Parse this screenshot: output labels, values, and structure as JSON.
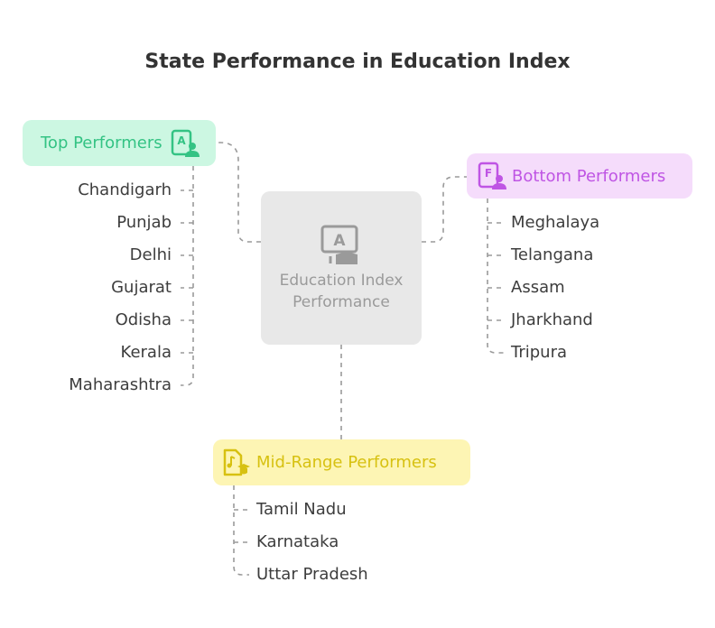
{
  "title": "State Performance in Education Index",
  "center": {
    "label": "Education Index Performance",
    "icon": "education-book-icon",
    "color": "#e8e8e8"
  },
  "groups": {
    "top": {
      "label": "Top Performers",
      "icon": "grade-a-person-icon",
      "color": "#34c384",
      "background": "#ccf7e2",
      "items": [
        "Chandigarh",
        "Punjab",
        "Delhi",
        "Gujarat",
        "Odisha",
        "Kerala",
        "Maharashtra"
      ]
    },
    "bottom": {
      "label": "Bottom Performers",
      "icon": "grade-f-person-icon",
      "color": "#bf55e4",
      "background": "#f5dcfb",
      "items": [
        "Meghalaya",
        "Telangana",
        "Assam",
        "Jharkhand",
        "Tripura"
      ]
    },
    "mid": {
      "label": "Mid-Range Performers",
      "icon": "music-graduate-document-icon",
      "color": "#d7c111",
      "background": "#fdf5b4",
      "items": [
        "Tamil Nadu",
        "Karnataka",
        "Uttar Pradesh"
      ]
    }
  }
}
